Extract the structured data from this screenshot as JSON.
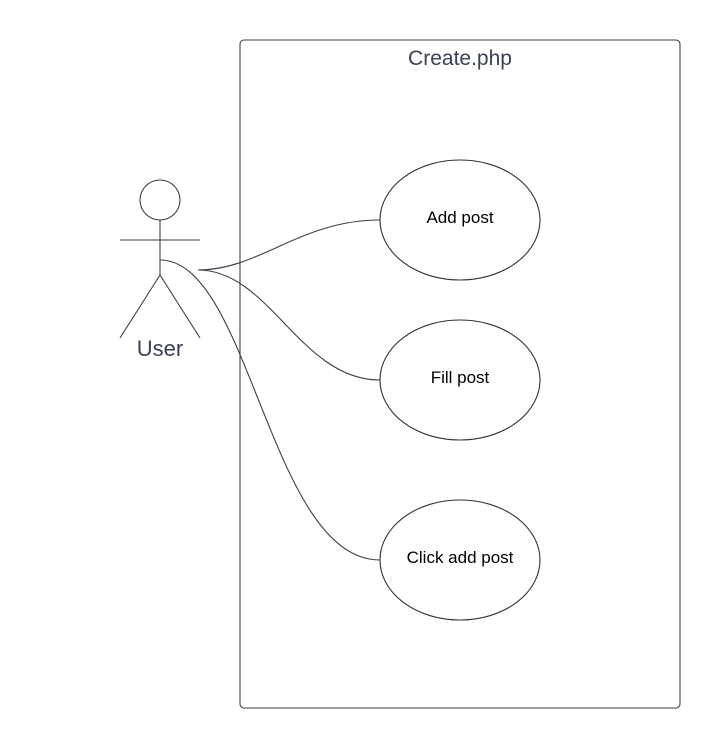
{
  "system": {
    "title": "Create.php"
  },
  "actor": {
    "label": "User"
  },
  "use_cases": [
    {
      "label": "Add post"
    },
    {
      "label": "Fill post"
    },
    {
      "label": "Click add post"
    }
  ],
  "colors": {
    "line": "#3b3f48",
    "text_title": "#3a4150",
    "text_usecase": "#000000",
    "background": "#ffffff"
  }
}
